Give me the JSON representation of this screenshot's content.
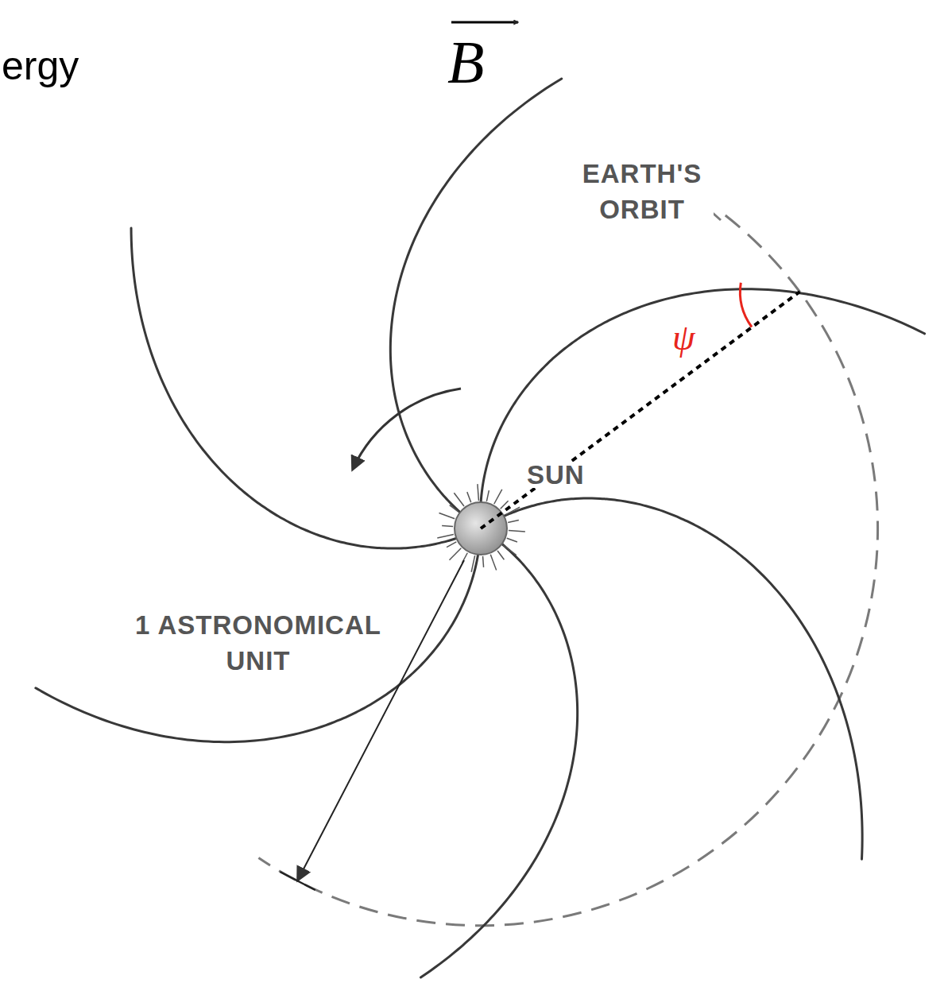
{
  "diagram": {
    "labels": [
      "ergy",
      "B",
      "EARTH'S ORBIT",
      "ψ",
      "SUN",
      "1 ASTRONOMICAL UNIT"
    ]
  }
}
